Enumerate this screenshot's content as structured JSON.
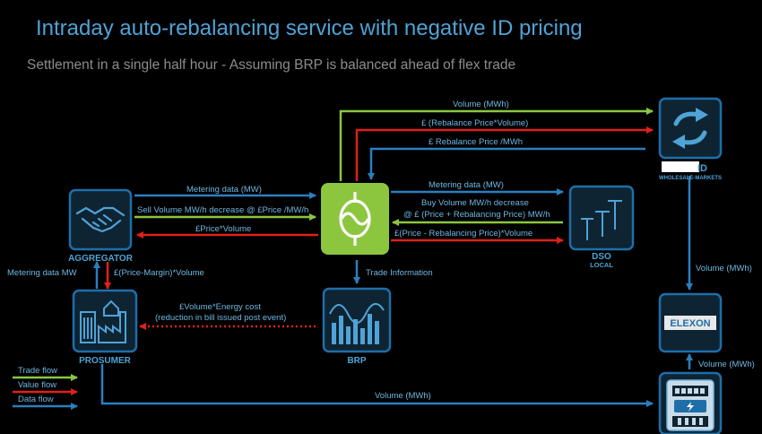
{
  "title": "Intraday auto-rebalancing service with negative ID pricing",
  "subtitle": "Settlement in a single half hour - Assuming BRP is balanced ahead of flex trade",
  "nodes": {
    "aggregator": "AGGREGATOR",
    "prosumer": "PROSUMER",
    "brp": "BRP",
    "dso": "DSO",
    "dso_sub": "LOCAL",
    "id": "ID",
    "id_sub": "WHOLESALE-MARKETS",
    "elexon": "ELEXON"
  },
  "flows": {
    "volume_mwh_top": "Volume (MWh)",
    "rebalance_value": "£ (Rebalance Price*Volume)",
    "rebalance_price": "£ Rebalance Price /MWh",
    "metering_agg": "Metering data (MW)",
    "sell_volume": "Sell Volume MW/h decrease  @ £Price /MW/h",
    "price_volume": "£Price*Volume",
    "metering_dso": "Metering data (MW)",
    "buy_volume_1": "Buy Volume MW/h decrease",
    "buy_volume_2": "@ £ (Price + Rebalancing Price) MW/h",
    "price_minus_rebal": "£(Price - Rebalancing Price)*Volume",
    "trade_information": "Trade Information",
    "metering_mw": "Metering data MW",
    "price_margin": "£(Price-Margin)*Volume",
    "energy_cost_1": "£Volume*Energy cost",
    "energy_cost_2": "(reduction in bill issued post event)",
    "volume_id_elexon": "Volume (MWh)",
    "volume_meter_elexon": "Volume (MWh)",
    "volume_bottom": "Volume (MWh)"
  },
  "legend": {
    "trade": "Trade flow",
    "value": "Value flow",
    "data": "Data flow"
  },
  "colors": {
    "trade": "#8cc63f",
    "value": "#e0201b",
    "data": "#1f6ea8",
    "node_border": "#1f6ea8",
    "node_fill": "#0e2433",
    "hub_fill": "#8cc63f"
  }
}
